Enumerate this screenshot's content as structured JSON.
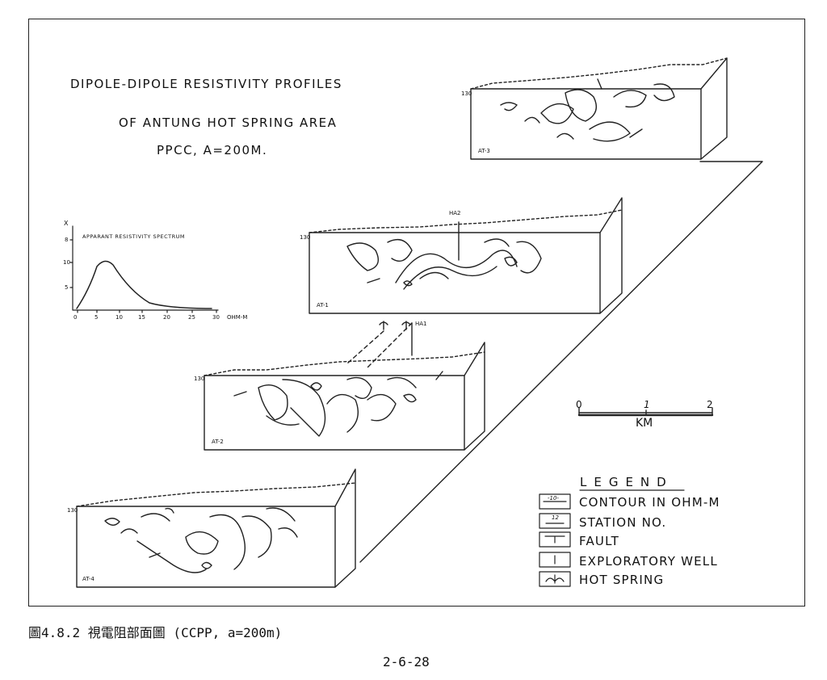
{
  "title": {
    "line1": "DIPOLE-DIPOLE RESISTIVITY PROFILES",
    "line2": "OF ANTUNG HOT SPRING AREA",
    "line3": "PPCC, A=200M."
  },
  "spectrum": {
    "title": "APPARANT RESISTIVITY SPECTRUM",
    "y_label": "X",
    "y_ticks": [
      "8",
      "10",
      "5"
    ],
    "x_ticks": [
      "0",
      "5",
      "10",
      "15",
      "20",
      "25",
      "30"
    ],
    "x_unit": "OHM-M"
  },
  "profiles": {
    "at3": {
      "label": "AT-3",
      "depth": "130"
    },
    "at1": {
      "label": "AT-1",
      "depth": "130",
      "well": "HA2"
    },
    "at2": {
      "label": "AT-2",
      "depth": "130",
      "well": "HA1"
    },
    "at4": {
      "label": "AT-4",
      "depth": "130"
    }
  },
  "scale_bar": {
    "ticks": [
      "0",
      "1",
      "2"
    ],
    "unit": "KM"
  },
  "legend": {
    "heading": "LEGEND",
    "items": [
      {
        "symbol": "-10-",
        "label": "CONTOUR IN OHM-M"
      },
      {
        "symbol": "12",
        "label": "STATION NO."
      },
      {
        "symbol": "fault",
        "label": "FAULT"
      },
      {
        "symbol": "well",
        "label": "EXPLORATORY WELL"
      },
      {
        "symbol": "spring",
        "label": "HOT SPRING"
      }
    ]
  },
  "caption": "圖4.8.2 視電阻部面圖 (CCPP, a=200m)",
  "page_number": "2-6-28"
}
